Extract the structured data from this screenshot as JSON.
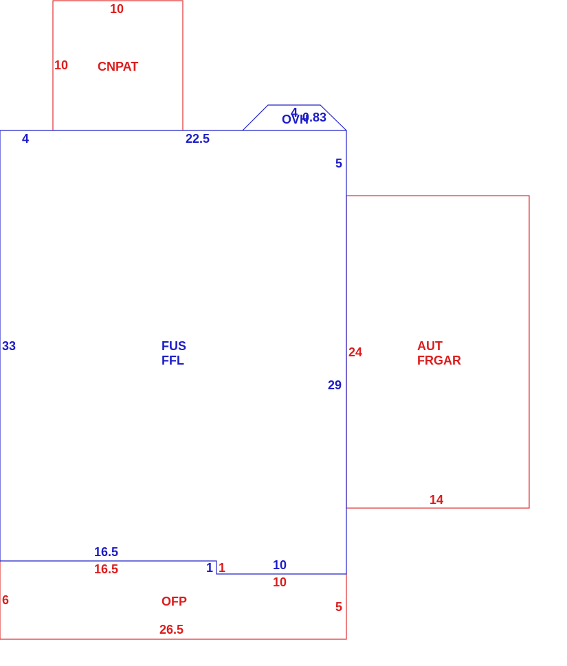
{
  "colors": {
    "red": "#dd1c1c",
    "blue": "#1c1cc8",
    "background": "#ffffff"
  },
  "areas": {
    "cnpat": "CNPAT",
    "ovh": "OVH",
    "fus": "FUS",
    "ffl": "FFL",
    "aut": "AUT",
    "frgar": "FRGAR",
    "ofp": "OFP"
  },
  "dimensions": {
    "cnpat_top": "10",
    "cnpat_left": "10",
    "ovh_top": "4",
    "ovh_side": "0.83",
    "main_top_left": "4",
    "main_top_mid": "22.5",
    "main_right_upper": "5",
    "main_left": "33",
    "main_right_lower": "29",
    "main_bottom_left": "16.5",
    "main_notch": "1",
    "main_bottom_right": "10",
    "garage_left": "24",
    "garage_bottom": "14",
    "ofp_top_left": "16.5",
    "ofp_notch": "1",
    "ofp_top_right": "10",
    "ofp_left": "6",
    "ofp_right": "5",
    "ofp_bottom": "26.5"
  }
}
